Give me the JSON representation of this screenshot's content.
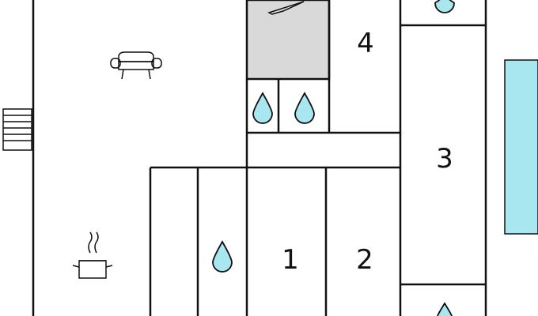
{
  "floor_plan": {
    "room_labels": {
      "room_1": "1",
      "room_2": "2",
      "room_3": "3",
      "room_4": "4"
    },
    "icons": {
      "sofa": "sofa-icon",
      "cooking_pot": "cooking-pot-icon",
      "water_drop": "water-drop-icon",
      "staircase": "staircase-icon",
      "fireplace": "fireplace-icon"
    },
    "colors": {
      "water": "#a8e6f0",
      "shaded_room": "#d9d9d9",
      "walls": "#111111"
    }
  }
}
